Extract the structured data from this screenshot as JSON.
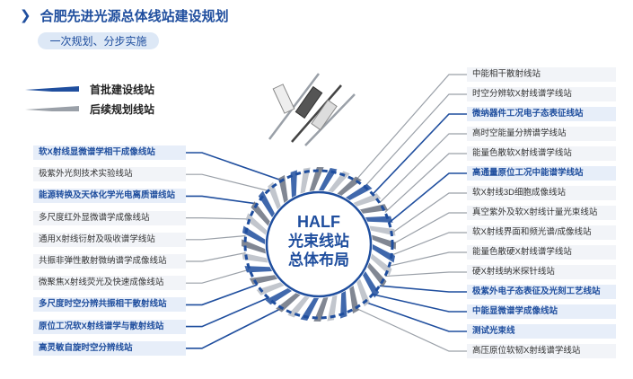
{
  "header": {
    "title": "合肥先进光源总体线站建设规划",
    "subtitle": "一次规划、分步实施"
  },
  "legend": {
    "first_label": "首批建设线站",
    "later_label": "后续规划线站"
  },
  "center": {
    "line1": "HALF",
    "line2": "光束线站",
    "line3": "总体布局"
  },
  "colors": {
    "first": "#1f4e9e",
    "later": "#9aa0a8"
  },
  "right_stations": [
    {
      "label": "中能相干散射线站",
      "type": "later"
    },
    {
      "label": "时空分辨软X射线谱学线站",
      "type": "later"
    },
    {
      "label": "微纳器件工况电子态表征线站",
      "type": "first"
    },
    {
      "label": "高时空能量分辨谱学线站",
      "type": "later"
    },
    {
      "label": "能量色散软X射线谱学线站",
      "type": "later"
    },
    {
      "label": "高通量原位工况中能谱学线站",
      "type": "first"
    },
    {
      "label": "软X射线3D细胞成像线站",
      "type": "later"
    },
    {
      "label": "真空紫外及软X射线计量光束线站",
      "type": "later"
    },
    {
      "label": "软X射线界面和频光谱/成像线站",
      "type": "later"
    },
    {
      "label": "能量色散硬X射线谱学线站",
      "type": "later"
    },
    {
      "label": "硬X射线纳米探针线站",
      "type": "later"
    },
    {
      "label": "极紫外电子态表征及光刻工艺线站",
      "type": "first"
    },
    {
      "label": "中能显微谱学成像线站",
      "type": "first"
    },
    {
      "label": "测试光束线",
      "type": "first"
    },
    {
      "label": "高压原位软韧X射线谱学线站",
      "type": "later"
    }
  ],
  "left_stations": [
    {
      "label": "软X射线显微谱学相干成像线站",
      "type": "first"
    },
    {
      "label": "极紫外光刻技术实验线站",
      "type": "later"
    },
    {
      "label": "能源转换及天体化学光电离质谱线站",
      "type": "first"
    },
    {
      "label": "多尺度红外显微谱学成像线站",
      "type": "later"
    },
    {
      "label": "通用X射线衍射及吸收谱学线站",
      "type": "later"
    },
    {
      "label": "共振非弹性散射微纳谱学成像线站",
      "type": "later"
    },
    {
      "label": "微聚焦X射线荧光及快速成像线站",
      "type": "later"
    },
    {
      "label": "多尺度时空分辨共振相干散射线站",
      "type": "first"
    },
    {
      "label": "原位工况软X射线谱学与散射线站",
      "type": "first"
    },
    {
      "label": "高灵敏自旋时空分辨线站",
      "type": "first"
    }
  ]
}
